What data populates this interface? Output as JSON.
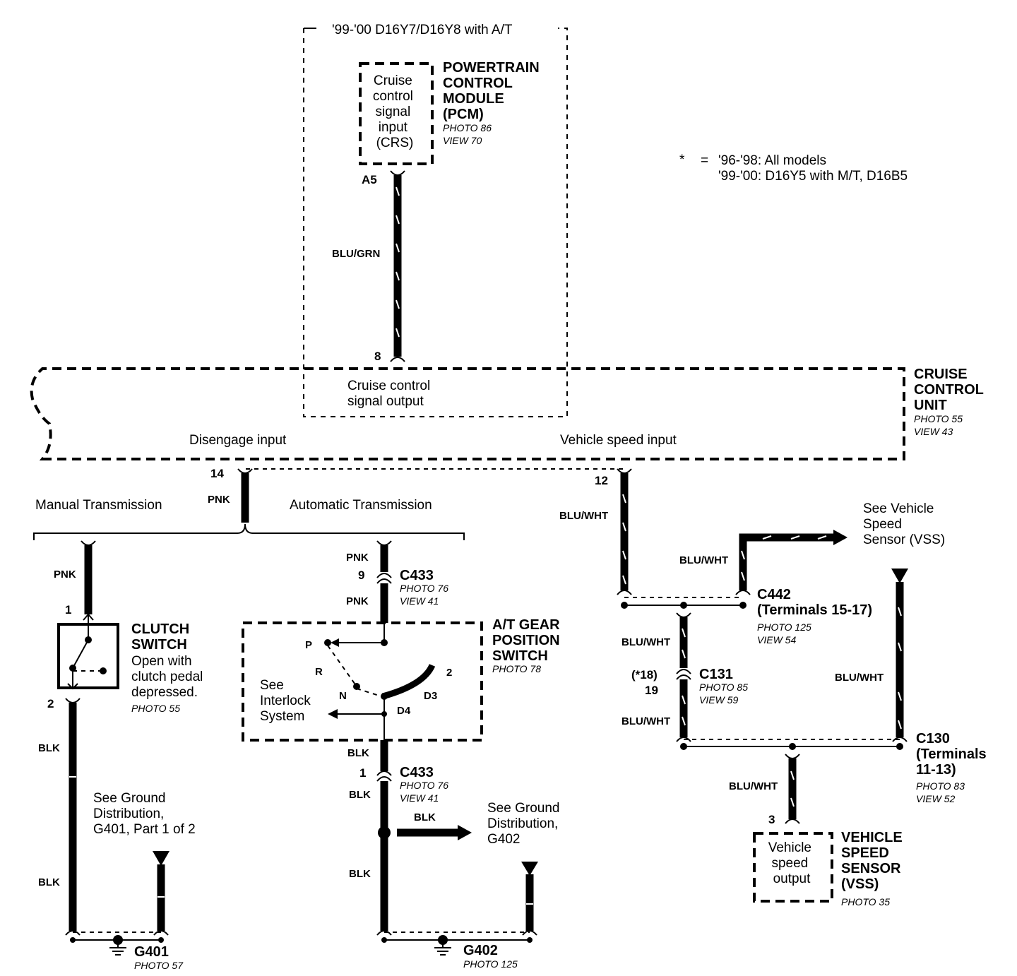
{
  "pcm": {
    "scope": "'99-'00 D16Y7/D16Y8 with A/T",
    "title": [
      "POWERTRAIN",
      "CONTROL",
      "MODULE",
      "(PCM)"
    ],
    "refs": [
      "PHOTO 86",
      "VIEW 70"
    ],
    "inner": [
      "Cruise",
      "control",
      "signal",
      "input",
      "(CRS)"
    ],
    "pin": "A5",
    "wire": "BLU/GRN"
  },
  "legend": {
    "star": "*",
    "eq": "=",
    "line1": "'96-'98: All models",
    "line2": "'99-'00: D16Y5 with M/T, D16B5"
  },
  "ccu": {
    "title": [
      "CRUISE",
      "CONTROL",
      "UNIT"
    ],
    "refs": [
      "PHOTO 55",
      "VIEW 43"
    ],
    "pin_signal": "8",
    "signal_output": [
      "Cruise control",
      "signal output"
    ],
    "disengage": "Disengage input",
    "speed_input": "Vehicle speed input",
    "pin_disengage": "14",
    "pin_speed": "12"
  },
  "trans": {
    "manual": "Manual Transmission",
    "automatic": "Automatic Transmission"
  },
  "wires": {
    "pnk": "PNK",
    "blk": "BLK",
    "blu_wht": "BLU/WHT"
  },
  "clutch": {
    "title": [
      "CLUTCH",
      "SWITCH"
    ],
    "desc": [
      "Open with",
      "clutch pedal",
      "depressed."
    ],
    "ref": "PHOTO 55",
    "pin1": "1",
    "pin2": "2",
    "ground_note": [
      "See Ground",
      "Distribution,",
      "G401, Part 1 of 2"
    ]
  },
  "g401": {
    "name": "G401",
    "ref": "PHOTO 57"
  },
  "c433_top": {
    "name": "C433",
    "refs": [
      "PHOTO 76",
      "VIEW 41"
    ],
    "pin": "9"
  },
  "gear": {
    "title": [
      "A/T GEAR",
      "POSITION",
      "SWITCH"
    ],
    "ref": "PHOTO 78",
    "positions": [
      "P",
      "R",
      "N",
      "D4",
      "D3",
      "2"
    ],
    "interlock": [
      "See",
      "Interlock",
      "System"
    ]
  },
  "c433_bot": {
    "name": "C433",
    "refs": [
      "PHOTO 76",
      "VIEW 41"
    ],
    "pin": "1"
  },
  "g402_note": [
    "See Ground",
    "Distribution,",
    "G402"
  ],
  "g402": {
    "name": "G402",
    "ref": "PHOTO 125"
  },
  "vss_note": [
    "See Vehicle",
    "Speed",
    "Sensor (VSS)"
  ],
  "c442": {
    "name": "C442",
    "terms": "(Terminals 15-17)",
    "refs": [
      "PHOTO 125",
      "VIEW 54"
    ]
  },
  "c131": {
    "name": "C131",
    "refs": [
      "PHOTO 85",
      "VIEW 59"
    ],
    "pin_alt": "(*18)",
    "pin": "19"
  },
  "c130": {
    "name": "C130",
    "terms": [
      "(Terminals",
      "11-13)"
    ],
    "refs": [
      "PHOTO 83",
      "VIEW 52"
    ]
  },
  "vss": {
    "title": [
      "VEHICLE",
      "SPEED",
      "SENSOR",
      "(VSS)"
    ],
    "ref": "PHOTO 35",
    "inner": [
      "Vehicle",
      "speed",
      "output"
    ],
    "pin": "3"
  }
}
